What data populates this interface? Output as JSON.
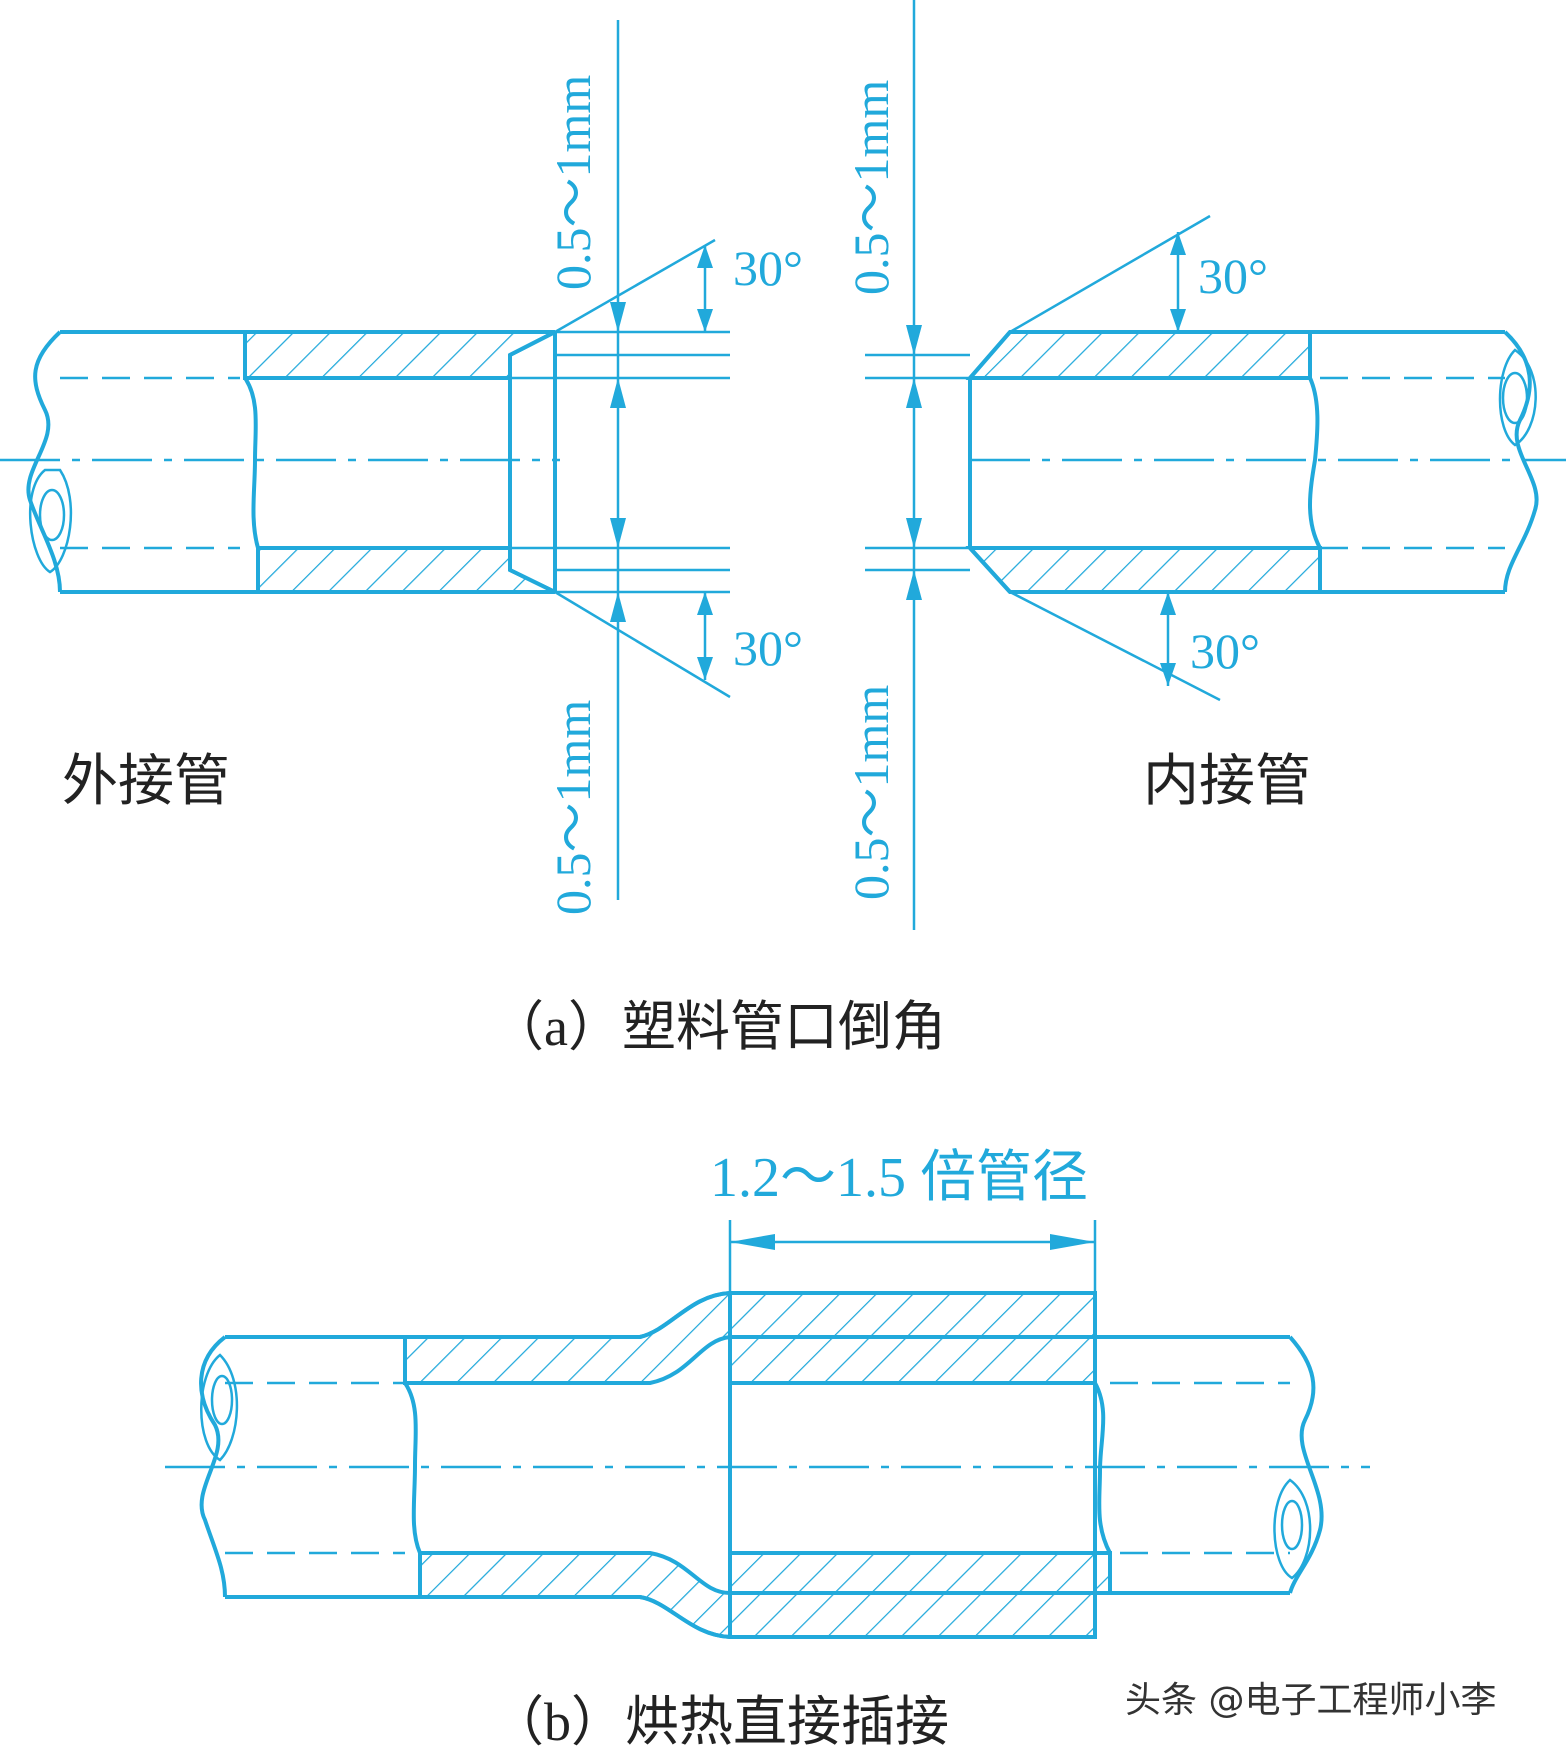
{
  "colors": {
    "line": "#21a9db",
    "text": "#222222"
  },
  "part_a": {
    "caption": "（a）塑料管口倒角",
    "outer_label": "外接管",
    "inner_label": "内接管",
    "dim_top_left": "0.5～1mm",
    "dim_bottom_left": "0.5～1mm",
    "dim_top_right": "0.5～1mm",
    "dim_bottom_right": "0.5～1mm",
    "angle_top_left": "30°",
    "angle_bottom_left": "30°",
    "angle_top_right": "30°",
    "angle_bottom_right": "30°"
  },
  "part_b": {
    "caption": "（b）烘热直接插接",
    "length_label": "1.2～1.5 倍管径"
  },
  "watermark": "头条 @电子工程师小李"
}
